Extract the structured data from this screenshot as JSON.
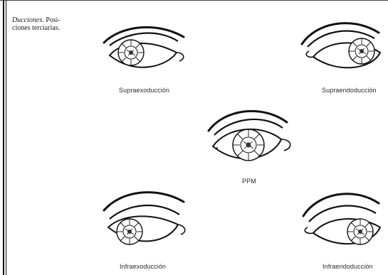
{
  "caption": {
    "title": "Ducciones.",
    "text": " Posi-\ncionеs terciarias."
  },
  "eyes": [
    {
      "label": "Supraexoducción",
      "gaze": "up-out"
    },
    {
      "label": "Supraendoducción",
      "gaze": "up-in"
    },
    {
      "label": "PPM",
      "gaze": "primary"
    },
    {
      "label": "Infraexoducción",
      "gaze": "down-out"
    },
    {
      "label": "Infraendoducción",
      "gaze": "down-in"
    }
  ]
}
